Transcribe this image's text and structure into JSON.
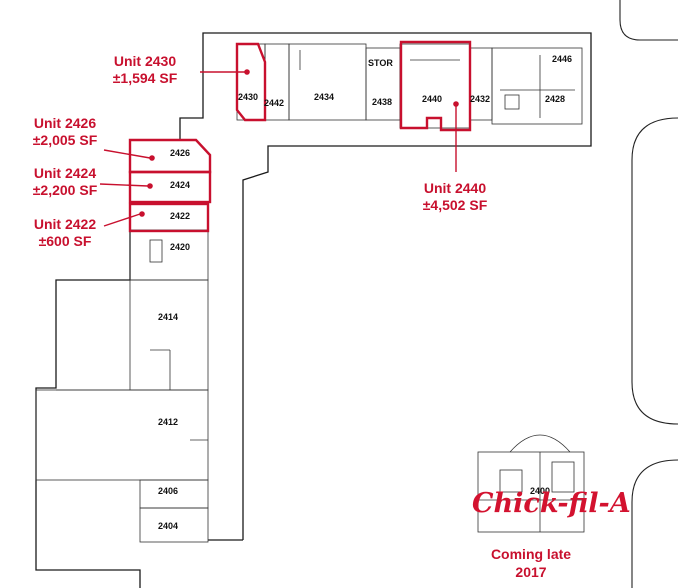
{
  "units": [
    {
      "id": "2430",
      "label": "2430"
    },
    {
      "id": "2442",
      "label": "2442"
    },
    {
      "id": "2434",
      "label": "2434"
    },
    {
      "id": "stor",
      "label": "STOR"
    },
    {
      "id": "2438",
      "label": "2438"
    },
    {
      "id": "2440",
      "label": "2440"
    },
    {
      "id": "2432",
      "label": "2432"
    },
    {
      "id": "2446",
      "label": "2446"
    },
    {
      "id": "2428",
      "label": "2428"
    },
    {
      "id": "2426",
      "label": "2426"
    },
    {
      "id": "2424",
      "label": "2424"
    },
    {
      "id": "2422",
      "label": "2422"
    },
    {
      "id": "2420",
      "label": "2420"
    },
    {
      "id": "2414",
      "label": "2414"
    },
    {
      "id": "2412",
      "label": "2412"
    },
    {
      "id": "2406",
      "label": "2406"
    },
    {
      "id": "2404",
      "label": "2404"
    },
    {
      "id": "2400",
      "label": "2400"
    }
  ],
  "callouts": [
    {
      "id": "2430",
      "title": "Unit 2430",
      "area": "±1,594 SF"
    },
    {
      "id": "2426",
      "title": "Unit 2426",
      "area": "±2,005 SF"
    },
    {
      "id": "2424",
      "title": "Unit 2424",
      "area": "±2,200 SF"
    },
    {
      "id": "2422",
      "title": "Unit 2422",
      "area": "±600 SF"
    },
    {
      "id": "2440",
      "title": "Unit 2440",
      "area": "±4,502 SF"
    }
  ],
  "brand": {
    "logo_text": "Chick-fil-A",
    "caption_line1": "Coming late",
    "caption_line2": "2017"
  },
  "colors": {
    "highlight": "#c8102e",
    "brand": "#d3122f"
  }
}
